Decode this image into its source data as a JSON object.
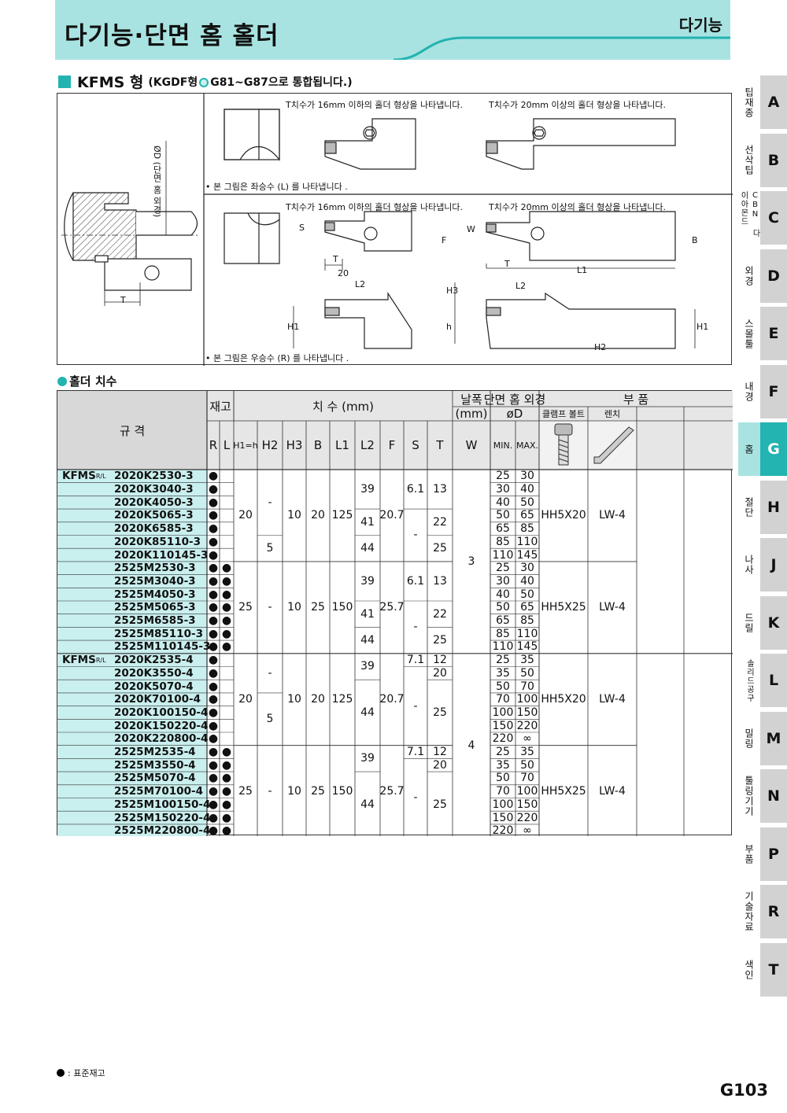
{
  "header": {
    "title": "다기능·단면 홈 홀더",
    "category": "다기능"
  },
  "subtitle": {
    "model": "KFMS 형",
    "note_prefix": "(KGDF형",
    "note_suffix": "G81~G87으로 통합됩니다.)"
  },
  "figure": {
    "label_t16_a": "T치수가 16mm 이하의 홀더 형상을 나타냅니다.",
    "label_t20_a": "T치수가 20mm 이상의 홀더 형상을 나타냅니다.",
    "label_t16_b": "T치수가 16mm 이하의 홀더 형상을 나타냅니다.",
    "label_t20_b": "T치수가 20mm 이상의 홀더 형상을 나타냅니다.",
    "note_left": "• 본 그림은 좌승수 (L) 를 나타냅니다 .",
    "note_right": "• 본 그림은 우승수 (R) 를 나타냅니다 .",
    "od_label": "ØD (단면 홈 외경)",
    "dims": {
      "T": "T",
      "S": "S",
      "W": "W",
      "F": "F",
      "B": "B",
      "L1": "L1",
      "L2": "L2",
      "H1": "H1",
      "H2": "H2",
      "H3": "H3",
      "h": "h",
      "n20": "20"
    }
  },
  "table_label": "홀더 치수",
  "table_headers": {
    "spec": "규 격",
    "stock": "재고",
    "dims": "치 수 (mm)",
    "width": "날폭",
    "width_unit": "(mm)",
    "od": "단면 홈 외경",
    "od_sym": "øD",
    "parts": "부 품",
    "clamp_bolt": "클램프 볼트",
    "wrench": "렌치",
    "R": "R",
    "L": "L",
    "H1h": "H1=h",
    "H2": "H2",
    "H3": "H3",
    "B": "B",
    "L1": "L1",
    "L2": "L2",
    "F": "F",
    "S": "S",
    "T": "T",
    "W": "W",
    "min": "MIN.",
    "max": "MAX."
  },
  "groups": [
    {
      "label": "KFMS",
      "sub": "R/L"
    },
    {
      "label": "KFMS",
      "sub": "R/L"
    }
  ],
  "rows": [
    {
      "code": "2020K2530-3",
      "R": "●",
      "L": "",
      "min": "25",
      "max": "30"
    },
    {
      "code": "2020K3040-3",
      "R": "●",
      "L": "",
      "min": "30",
      "max": "40"
    },
    {
      "code": "2020K4050-3",
      "R": "●",
      "L": "",
      "min": "40",
      "max": "50"
    },
    {
      "code": "2020K5065-3",
      "R": "●",
      "L": "",
      "min": "50",
      "max": "65"
    },
    {
      "code": "2020K6585-3",
      "R": "●",
      "L": "",
      "min": "65",
      "max": "85"
    },
    {
      "code": "2020K85110-3",
      "R": "●",
      "L": "",
      "min": "85",
      "max": "110"
    },
    {
      "code": "2020K110145-3",
      "R": "●",
      "L": "",
      "min": "110",
      "max": "145"
    },
    {
      "code": "2525M2530-3",
      "R": "●",
      "L": "●",
      "min": "25",
      "max": "30"
    },
    {
      "code": "2525M3040-3",
      "R": "●",
      "L": "●",
      "min": "30",
      "max": "40"
    },
    {
      "code": "2525M4050-3",
      "R": "●",
      "L": "●",
      "min": "40",
      "max": "50"
    },
    {
      "code": "2525M5065-3",
      "R": "●",
      "L": "●",
      "min": "50",
      "max": "65"
    },
    {
      "code": "2525M6585-3",
      "R": "●",
      "L": "●",
      "min": "65",
      "max": "85"
    },
    {
      "code": "2525M85110-3",
      "R": "●",
      "L": "●",
      "min": "85",
      "max": "110"
    },
    {
      "code": "2525M110145-3",
      "R": "●",
      "L": "●",
      "min": "110",
      "max": "145"
    },
    {
      "code": "2020K2535-4",
      "R": "●",
      "L": "",
      "min": "25",
      "max": "35"
    },
    {
      "code": "2020K3550-4",
      "R": "●",
      "L": "",
      "min": "35",
      "max": "50"
    },
    {
      "code": "2020K5070-4",
      "R": "●",
      "L": "",
      "min": "50",
      "max": "70"
    },
    {
      "code": "2020K70100-4",
      "R": "●",
      "L": "",
      "min": "70",
      "max": "100"
    },
    {
      "code": "2020K100150-4",
      "R": "●",
      "L": "",
      "min": "100",
      "max": "150"
    },
    {
      "code": "2020K150220-4",
      "R": "●",
      "L": "",
      "min": "150",
      "max": "220"
    },
    {
      "code": "2020K220800-4",
      "R": "●",
      "L": "",
      "min": "220",
      "max": "∞"
    },
    {
      "code": "2525M2535-4",
      "R": "●",
      "L": "●",
      "min": "25",
      "max": "35"
    },
    {
      "code": "2525M3550-4",
      "R": "●",
      "L": "●",
      "min": "35",
      "max": "50"
    },
    {
      "code": "2525M5070-4",
      "R": "●",
      "L": "●",
      "min": "50",
      "max": "70"
    },
    {
      "code": "2525M70100-4",
      "R": "●",
      "L": "●",
      "min": "70",
      "max": "100"
    },
    {
      "code": "2525M100150-4",
      "R": "●",
      "L": "●",
      "min": "100",
      "max": "150"
    },
    {
      "code": "2525M150220-4",
      "R": "●",
      "L": "●",
      "min": "150",
      "max": "220"
    },
    {
      "code": "2525M220800-4",
      "R": "●",
      "L": "●",
      "min": "220",
      "max": "∞"
    }
  ],
  "merged": [
    {
      "col": "H1h",
      "r0": 0,
      "r1": 6,
      "v": "20"
    },
    {
      "col": "H2",
      "r0": 0,
      "r1": 4,
      "v": "-"
    },
    {
      "col": "H2",
      "r0": 5,
      "r1": 6,
      "v": "5"
    },
    {
      "col": "H3",
      "r0": 0,
      "r1": 6,
      "v": "10"
    },
    {
      "col": "B",
      "r0": 0,
      "r1": 6,
      "v": "20"
    },
    {
      "col": "L1",
      "r0": 0,
      "r1": 6,
      "v": "125"
    },
    {
      "col": "L2",
      "r0": 0,
      "r1": 2,
      "v": "39"
    },
    {
      "col": "L2",
      "r0": 3,
      "r1": 4,
      "v": "41"
    },
    {
      "col": "L2",
      "r0": 5,
      "r1": 6,
      "v": "44"
    },
    {
      "col": "F",
      "r0": 0,
      "r1": 6,
      "v": "20.7"
    },
    {
      "col": "S",
      "r0": 0,
      "r1": 2,
      "v": "6.1"
    },
    {
      "col": "S",
      "r0": 3,
      "r1": 6,
      "v": "-"
    },
    {
      "col": "T",
      "r0": 0,
      "r1": 2,
      "v": "13"
    },
    {
      "col": "T",
      "r0": 3,
      "r1": 4,
      "v": "22"
    },
    {
      "col": "T",
      "r0": 5,
      "r1": 6,
      "v": "25"
    },
    {
      "col": "bolt",
      "r0": 0,
      "r1": 6,
      "v": "HH5X20"
    },
    {
      "col": "wrench",
      "r0": 0,
      "r1": 6,
      "v": "LW-4"
    },
    {
      "col": "H1h",
      "r0": 7,
      "r1": 13,
      "v": "25"
    },
    {
      "col": "H2",
      "r0": 7,
      "r1": 13,
      "v": "-"
    },
    {
      "col": "H3",
      "r0": 7,
      "r1": 13,
      "v": "10"
    },
    {
      "col": "B",
      "r0": 7,
      "r1": 13,
      "v": "25"
    },
    {
      "col": "L1",
      "r0": 7,
      "r1": 13,
      "v": "150"
    },
    {
      "col": "L2",
      "r0": 7,
      "r1": 9,
      "v": "39"
    },
    {
      "col": "L2",
      "r0": 10,
      "r1": 11,
      "v": "41"
    },
    {
      "col": "L2",
      "r0": 12,
      "r1": 13,
      "v": "44"
    },
    {
      "col": "F",
      "r0": 7,
      "r1": 13,
      "v": "25.7"
    },
    {
      "col": "S",
      "r0": 7,
      "r1": 9,
      "v": "6.1"
    },
    {
      "col": "S",
      "r0": 10,
      "r1": 13,
      "v": "-"
    },
    {
      "col": "T",
      "r0": 7,
      "r1": 9,
      "v": "13"
    },
    {
      "col": "T",
      "r0": 10,
      "r1": 11,
      "v": "22"
    },
    {
      "col": "T",
      "r0": 12,
      "r1": 13,
      "v": "25"
    },
    {
      "col": "bolt",
      "r0": 7,
      "r1": 13,
      "v": "HH5X25"
    },
    {
      "col": "wrench",
      "r0": 7,
      "r1": 13,
      "v": "LW-4"
    },
    {
      "col": "W",
      "r0": 0,
      "r1": 13,
      "v": "3"
    },
    {
      "col": "H1h",
      "r0": 14,
      "r1": 20,
      "v": "20"
    },
    {
      "col": "H2",
      "r0": 14,
      "r1": 16,
      "v": "-"
    },
    {
      "col": "H2",
      "r0": 17,
      "r1": 20,
      "v": "5"
    },
    {
      "col": "H3",
      "r0": 14,
      "r1": 20,
      "v": "10"
    },
    {
      "col": "B",
      "r0": 14,
      "r1": 20,
      "v": "20"
    },
    {
      "col": "L1",
      "r0": 14,
      "r1": 20,
      "v": "125"
    },
    {
      "col": "L2",
      "r0": 14,
      "r1": 15,
      "v": "39"
    },
    {
      "col": "L2",
      "r0": 16,
      "r1": 20,
      "v": "44"
    },
    {
      "col": "F",
      "r0": 14,
      "r1": 20,
      "v": "20.7"
    },
    {
      "col": "S",
      "r0": 14,
      "r1": 14,
      "v": "7.1"
    },
    {
      "col": "S",
      "r0": 15,
      "r1": 20,
      "v": "-"
    },
    {
      "col": "T",
      "r0": 14,
      "r1": 14,
      "v": "12"
    },
    {
      "col": "T",
      "r0": 15,
      "r1": 15,
      "v": "20"
    },
    {
      "col": "T",
      "r0": 16,
      "r1": 20,
      "v": "25"
    },
    {
      "col": "bolt",
      "r0": 14,
      "r1": 20,
      "v": "HH5X20"
    },
    {
      "col": "wrench",
      "r0": 14,
      "r1": 20,
      "v": "LW-4"
    },
    {
      "col": "H1h",
      "r0": 21,
      "r1": 27,
      "v": "25"
    },
    {
      "col": "H2",
      "r0": 21,
      "r1": 27,
      "v": "-"
    },
    {
      "col": "H3",
      "r0": 21,
      "r1": 27,
      "v": "10"
    },
    {
      "col": "B",
      "r0": 21,
      "r1": 27,
      "v": "25"
    },
    {
      "col": "L1",
      "r0": 21,
      "r1": 27,
      "v": "150"
    },
    {
      "col": "L2",
      "r0": 21,
      "r1": 22,
      "v": "39"
    },
    {
      "col": "L2",
      "r0": 23,
      "r1": 27,
      "v": "44"
    },
    {
      "col": "F",
      "r0": 21,
      "r1": 27,
      "v": "25.7"
    },
    {
      "col": "S",
      "r0": 21,
      "r1": 21,
      "v": "7.1"
    },
    {
      "col": "S",
      "r0": 22,
      "r1": 27,
      "v": "-"
    },
    {
      "col": "T",
      "r0": 21,
      "r1": 21,
      "v": "12"
    },
    {
      "col": "T",
      "r0": 22,
      "r1": 22,
      "v": "20"
    },
    {
      "col": "T",
      "r0": 23,
      "r1": 27,
      "v": "25"
    },
    {
      "col": "bolt",
      "r0": 21,
      "r1": 27,
      "v": "HH5X25"
    },
    {
      "col": "wrench",
      "r0": 21,
      "r1": 27,
      "v": "LW-4"
    },
    {
      "col": "W",
      "r0": 14,
      "r1": 27,
      "v": "4"
    }
  ],
  "side_tabs": [
    {
      "letter": "A",
      "label": "팁재종"
    },
    {
      "letter": "B",
      "label": "선삭팁"
    },
    {
      "letter": "C",
      "label": "CBN 다이아몬드"
    },
    {
      "letter": "D",
      "label": "외경"
    },
    {
      "letter": "E",
      "label": "스몰툴"
    },
    {
      "letter": "F",
      "label": "내경"
    },
    {
      "letter": "G",
      "label": "홈",
      "active": true
    },
    {
      "letter": "H",
      "label": "절단"
    },
    {
      "letter": "J",
      "label": "나사"
    },
    {
      "letter": "K",
      "label": "드릴"
    },
    {
      "letter": "L",
      "label": "솔리드공구"
    },
    {
      "letter": "M",
      "label": "밀링"
    },
    {
      "letter": "N",
      "label": "툴링기기"
    },
    {
      "letter": "P",
      "label": "부품"
    },
    {
      "letter": "R",
      "label": "기술자료"
    },
    {
      "letter": "T",
      "label": "색인"
    }
  ],
  "legend": ": 표준재고",
  "page_number": "G103",
  "colors": {
    "accent": "#23b3b0",
    "header_bg": "#a8e3e1",
    "tab_grey": "#d2d2d2"
  }
}
